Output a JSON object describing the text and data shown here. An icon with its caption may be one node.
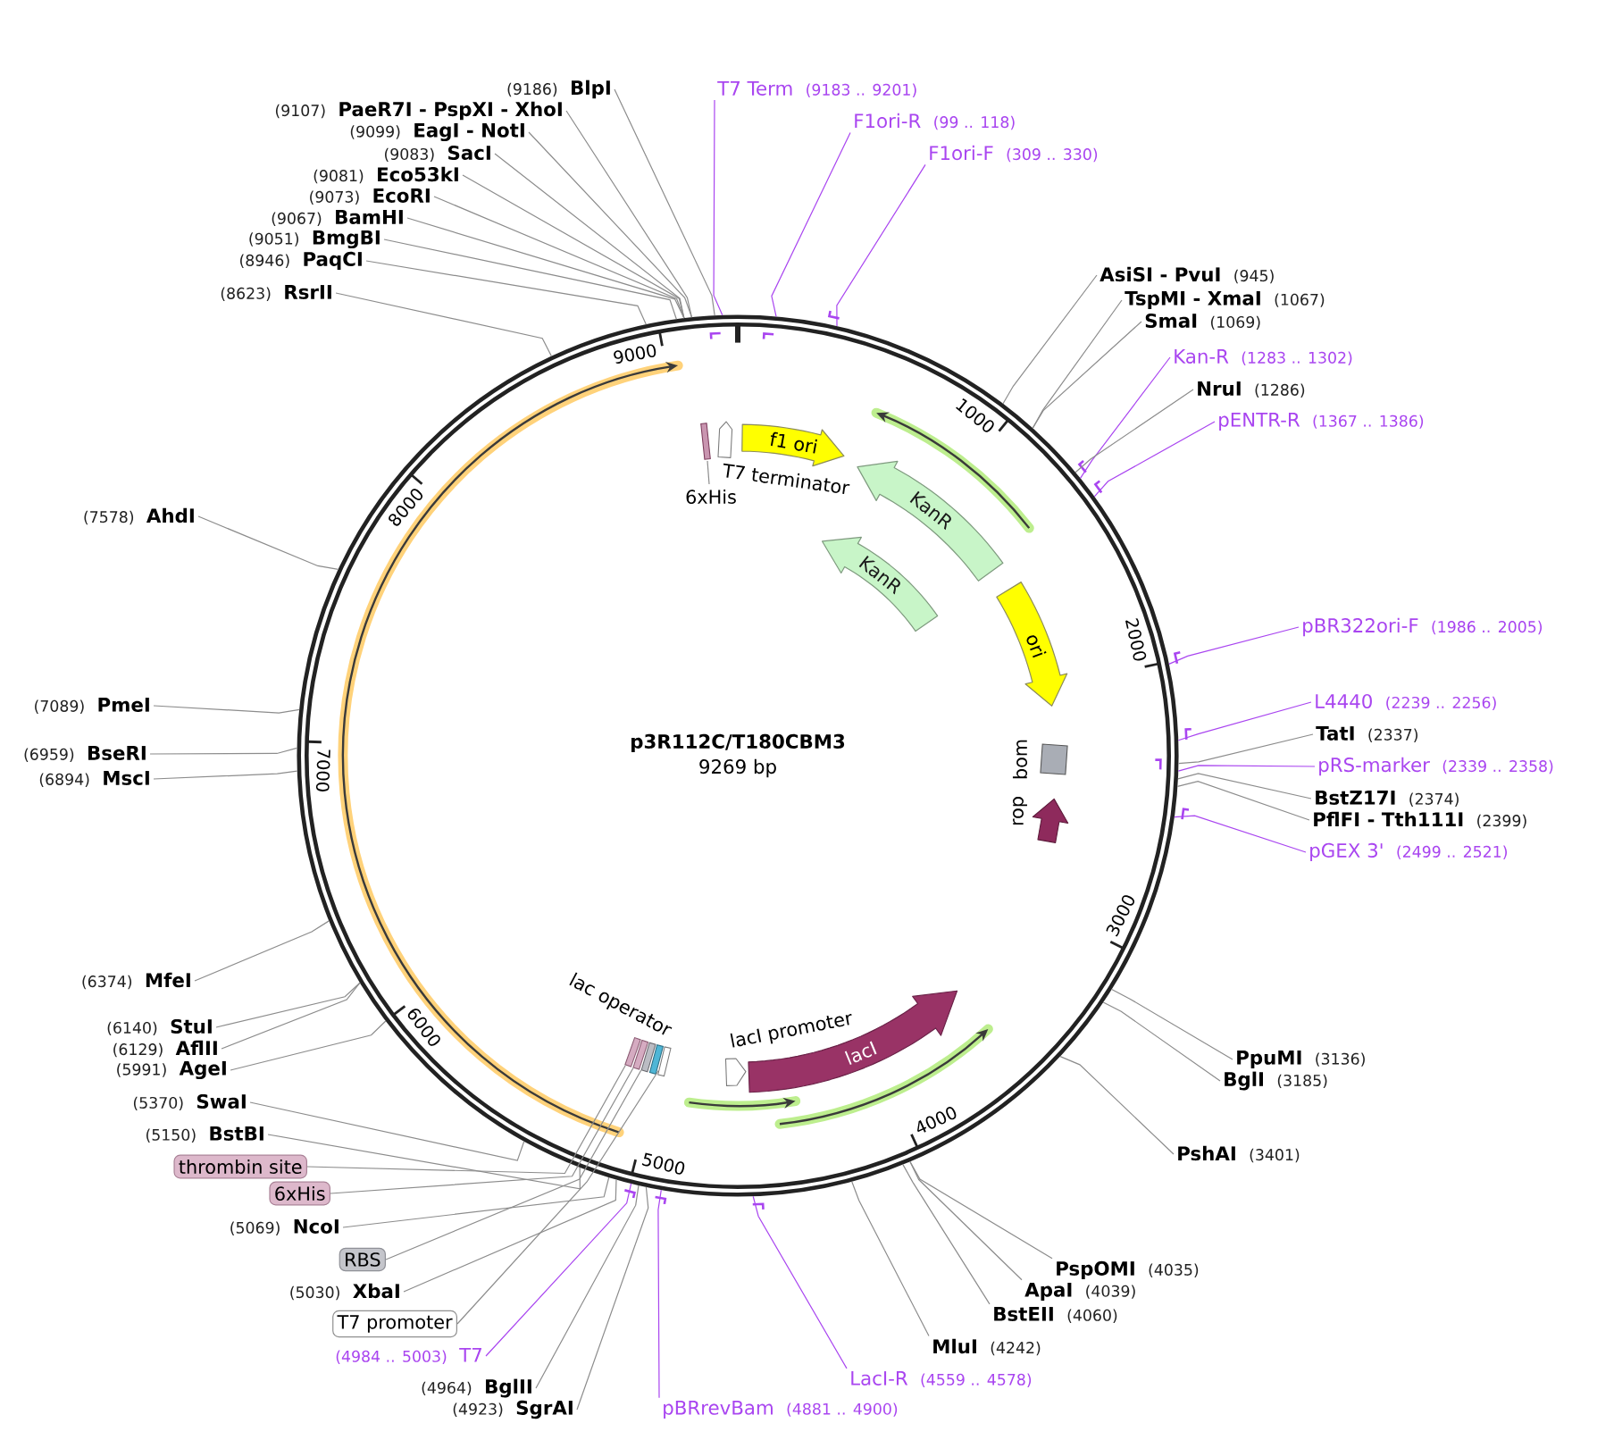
{
  "diagram": {
    "nodes": [
      {
        "text": [
          "p3R112C/T180CBM3",
          "9269 bp"
        ]
      },
      {
        "text": [
          "6xHis"
        ],
        "in": 0
      },
      {
        "text": [
          "T7 terminator"
        ],
        "in": 0
      },
      {
        "text": [
          "f1 ori"
        ],
        "in": 0
      },
      {
        "text": [
          "KanR"
        ],
        "in": 0
      },
      {
        "text": [
          "KanR"
        ],
        "in": 0
      },
      {
        "text": [
          "ori"
        ],
        "in": 0
      },
      {
        "text": [
          "bom"
        ],
        "in": 0
      },
      {
        "text": [
          "rop"
        ],
        "in": 0
      },
      {
        "text": [
          "lac operator"
        ],
        "in": 0
      },
      {
        "text": [
          "lacI promoter"
        ],
        "in": 0
      },
      {
        "text": [
          "lacI"
        ],
        "in": 0
      },
      {
        "text": [],
        "shape": "bar",
        "in": 0
      },
      {
        "text": [],
        "shape": "bar",
        "in": 0
      },
      {
        "text": [],
        "shape": "bar",
        "in": 0
      },
      {
        "text": [],
        "shape": "bar",
        "in": 0
      },
      {
        "text": [
          "(9186)",
          "BlpI"
        ]
      },
      {
        "text": [
          "(9107)",
          "PaeR7I - PspXI - XhoI"
        ]
      },
      {
        "text": [
          "(9099)",
          "EagI - NotI"
        ]
      },
      {
        "text": [
          "(9083)",
          "SacI"
        ]
      },
      {
        "text": [
          "(9081)",
          "Eco53kI"
        ]
      },
      {
        "text": [
          "(9073)",
          "EcoRI"
        ]
      },
      {
        "text": [
          "(9067)",
          "BamHI"
        ]
      },
      {
        "text": [
          "(9051)",
          "BmgBI"
        ]
      },
      {
        "text": [
          "(8946)",
          "PaqCI"
        ]
      },
      {
        "text": [
          "(8623)",
          "RsrII"
        ]
      },
      {
        "text": [
          "(7578)",
          "AhdI"
        ]
      },
      {
        "text": [
          "(7089)",
          "PmeI"
        ]
      },
      {
        "text": [
          "(6959)",
          "BseRI"
        ]
      },
      {
        "text": [
          "(6894)",
          "MscI"
        ]
      },
      {
        "text": [
          "(6374)",
          "MfeI"
        ]
      },
      {
        "text": [
          "(6140)",
          "StuI"
        ]
      },
      {
        "text": [
          "(6129)",
          "AflII"
        ]
      },
      {
        "text": [
          "(5991)",
          "AgeI"
        ]
      },
      {
        "text": [
          "(5370)",
          "SwaI"
        ]
      },
      {
        "text": [
          "(5150)",
          "BstBI"
        ]
      },
      {
        "text": [
          "thrombin site"
        ]
      },
      {
        "text": [
          "6xHis"
        ]
      },
      {
        "text": [
          "(5069)",
          "NcoI"
        ]
      },
      {
        "text": [
          "RBS"
        ]
      },
      {
        "text": [
          "(5030)",
          "XbaI"
        ]
      },
      {
        "text": [
          "T7 promoter"
        ]
      },
      {
        "text": [
          "(4984 .. 5003)",
          "T7"
        ]
      },
      {
        "text": [
          "(4964)",
          "BglII"
        ]
      },
      {
        "text": [
          "(4923)",
          "SgrAI"
        ]
      },
      {
        "text": [
          "T7 Term",
          "(9183 .. 9201)"
        ]
      },
      {
        "text": [
          "F1ori-R",
          "(99 .. 118)"
        ]
      },
      {
        "text": [
          "F1ori-F",
          "(309 .. 330)"
        ]
      },
      {
        "text": [
          "AsiSI - PvuI",
          "(945)"
        ]
      },
      {
        "text": [
          "TspMI - XmaI",
          "(1067)"
        ]
      },
      {
        "text": [
          "SmaI",
          "(1069)"
        ]
      },
      {
        "text": [
          "Kan-R",
          "(1283 .. 1302)"
        ]
      },
      {
        "text": [
          "NruI",
          "(1286)"
        ]
      },
      {
        "text": [
          "pENTR-R",
          "(1367 .. 1386)"
        ]
      },
      {
        "text": [
          "pBR322ori-F",
          "(1986 .. 2005)"
        ]
      },
      {
        "text": [
          "L4440",
          "(2239 .. 2256)"
        ]
      },
      {
        "text": [
          "TatI",
          "(2337)"
        ]
      },
      {
        "text": [
          "pRS-marker",
          "(2339 .. 2358)"
        ]
      },
      {
        "text": [
          "BstZ17I",
          "(2374)"
        ]
      },
      {
        "text": [
          "PflFI - Tth111I",
          "(2399)"
        ]
      },
      {
        "text": [
          "pGEX 3'",
          "(2499 .. 2521)"
        ]
      },
      {
        "text": [
          "PpuMI",
          "(3136)"
        ]
      },
      {
        "text": [
          "BglI",
          "(3185)"
        ]
      },
      {
        "text": [
          "PshAI",
          "(3401)"
        ]
      },
      {
        "text": [
          "PspOMI",
          "(4035)"
        ]
      },
      {
        "text": [
          "ApaI",
          "(4039)"
        ]
      },
      {
        "text": [
          "BstEII",
          "(4060)"
        ]
      },
      {
        "text": [
          "MluI",
          "(4242)"
        ]
      },
      {
        "text": [
          "LacI-R",
          "(4559 .. 4578)"
        ]
      },
      {
        "text": [
          "pBRrevBam",
          "(4881 .. 4900)"
        ]
      }
    ],
    "edges": [
      {
        "from": 16,
        "to": 0,
        "arrow": "none"
      },
      {
        "from": 17,
        "to": 0,
        "arrow": "none"
      },
      {
        "from": 18,
        "to": 0,
        "arrow": "none"
      },
      {
        "from": 19,
        "to": 0,
        "arrow": "none"
      },
      {
        "from": 20,
        "to": 0,
        "arrow": "none"
      },
      {
        "from": 21,
        "to": 0,
        "arrow": "none"
      },
      {
        "from": 22,
        "to": 0,
        "arrow": "none"
      },
      {
        "from": 23,
        "to": 0,
        "arrow": "none"
      },
      {
        "from": 24,
        "to": 0,
        "arrow": "none"
      },
      {
        "from": 25,
        "to": 0,
        "arrow": "none"
      },
      {
        "from": 26,
        "to": 0,
        "arrow": "none"
      },
      {
        "from": 27,
        "to": 0,
        "arrow": "none"
      },
      {
        "from": 28,
        "to": 0,
        "arrow": "none"
      },
      {
        "from": 29,
        "to": 0,
        "arrow": "none"
      },
      {
        "from": 30,
        "to": 0,
        "arrow": "none"
      },
      {
        "from": 31,
        "to": 0,
        "arrow": "none"
      },
      {
        "from": 32,
        "to": 0,
        "arrow": "none"
      },
      {
        "from": 33,
        "to": 0,
        "arrow": "none"
      },
      {
        "from": 34,
        "to": 0,
        "arrow": "none"
      },
      {
        "from": 35,
        "to": 0,
        "arrow": "none"
      },
      {
        "from": 36,
        "to": 12,
        "arrow": "none"
      },
      {
        "from": 37,
        "to": 13,
        "arrow": "none"
      },
      {
        "from": 38,
        "to": 0,
        "arrow": "none"
      },
      {
        "from": 39,
        "to": 14,
        "arrow": "none"
      },
      {
        "from": 40,
        "to": 0,
        "arrow": "none"
      },
      {
        "from": 41,
        "to": 15,
        "arrow": "none"
      },
      {
        "from": 42,
        "to": 0,
        "arrow": "none",
        "color": "#a945f0"
      },
      {
        "from": 43,
        "to": 0,
        "arrow": "none"
      },
      {
        "from": 44,
        "to": 0,
        "arrow": "none"
      },
      {
        "from": 45,
        "to": 0,
        "arrow": "none",
        "color": "#a945f0"
      },
      {
        "from": 46,
        "to": 0,
        "arrow": "none",
        "color": "#a945f0"
      },
      {
        "from": 47,
        "to": 0,
        "arrow": "none",
        "color": "#a945f0"
      },
      {
        "from": 48,
        "to": 0,
        "arrow": "none"
      },
      {
        "from": 49,
        "to": 0,
        "arrow": "none"
      },
      {
        "from": 50,
        "to": 0,
        "arrow": "none"
      },
      {
        "from": 51,
        "to": 0,
        "arrow": "none",
        "color": "#a945f0"
      },
      {
        "from": 52,
        "to": 0,
        "arrow": "none"
      },
      {
        "from": 53,
        "to": 0,
        "arrow": "none",
        "color": "#a945f0"
      },
      {
        "from": 54,
        "to": 0,
        "arrow": "none",
        "color": "#a945f0"
      },
      {
        "from": 55,
        "to": 0,
        "arrow": "none",
        "color": "#a945f0"
      },
      {
        "from": 56,
        "to": 0,
        "arrow": "none"
      },
      {
        "from": 57,
        "to": 0,
        "arrow": "none",
        "color": "#a945f0"
      },
      {
        "from": 58,
        "to": 0,
        "arrow": "none"
      },
      {
        "from": 59,
        "to": 0,
        "arrow": "none"
      },
      {
        "from": 60,
        "to": 0,
        "arrow": "none",
        "color": "#a945f0"
      },
      {
        "from": 61,
        "to": 0,
        "arrow": "none"
      },
      {
        "from": 62,
        "to": 0,
        "arrow": "none"
      },
      {
        "from": 63,
        "to": 0,
        "arrow": "none"
      },
      {
        "from": 64,
        "to": 0,
        "arrow": "none"
      },
      {
        "from": 65,
        "to": 0,
        "arrow": "none"
      },
      {
        "from": 66,
        "to": 0,
        "arrow": "none"
      },
      {
        "from": 67,
        "to": 0,
        "arrow": "none"
      },
      {
        "from": 68,
        "to": 0,
        "arrow": "none",
        "color": "#a945f0"
      },
      {
        "from": 69,
        "to": 0,
        "arrow": "none",
        "color": "#a945f0"
      }
    ],
    "labels": [
      "1000",
      "2000",
      "3000",
      "4000",
      "5000",
      "6000",
      "7000",
      "8000",
      "9000"
    ]
  }
}
